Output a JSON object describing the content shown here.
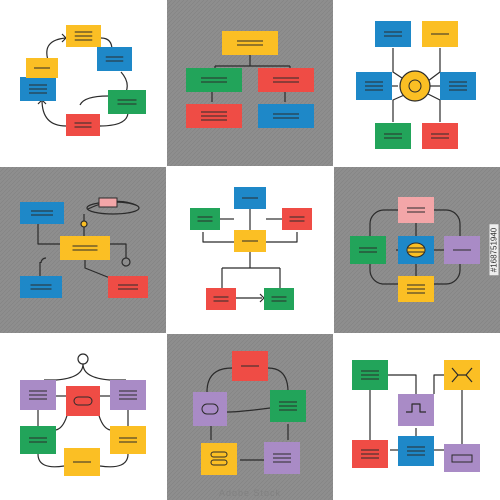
{
  "colors": {
    "yellow": "#FBBF24",
    "blue": "#1E88C8",
    "green": "#22A45A",
    "red": "#EF4C45",
    "purple": "#A98BC6",
    "pink": "#F3A6A8",
    "grey_panel": "#8E8E8E",
    "white_panel": "#FFFFFF",
    "line": "#2B2B2B"
  },
  "watermark": "Adobe Stock",
  "stock_id": "#168751940",
  "panels": [
    {
      "name": "cycle-flowchart",
      "bg": "white"
    },
    {
      "name": "tree-flowchart",
      "bg": "grey"
    },
    {
      "name": "hub-flowchart",
      "bg": "white"
    },
    {
      "name": "branching-flowchart",
      "bg": "grey"
    },
    {
      "name": "decision-flowchart",
      "bg": "white"
    },
    {
      "name": "grid-flowchart",
      "bg": "grey"
    },
    {
      "name": "mirrored-flowchart",
      "bg": "white"
    },
    {
      "name": "loop-flowchart",
      "bg": "grey"
    },
    {
      "name": "network-flowchart",
      "bg": "white"
    }
  ]
}
